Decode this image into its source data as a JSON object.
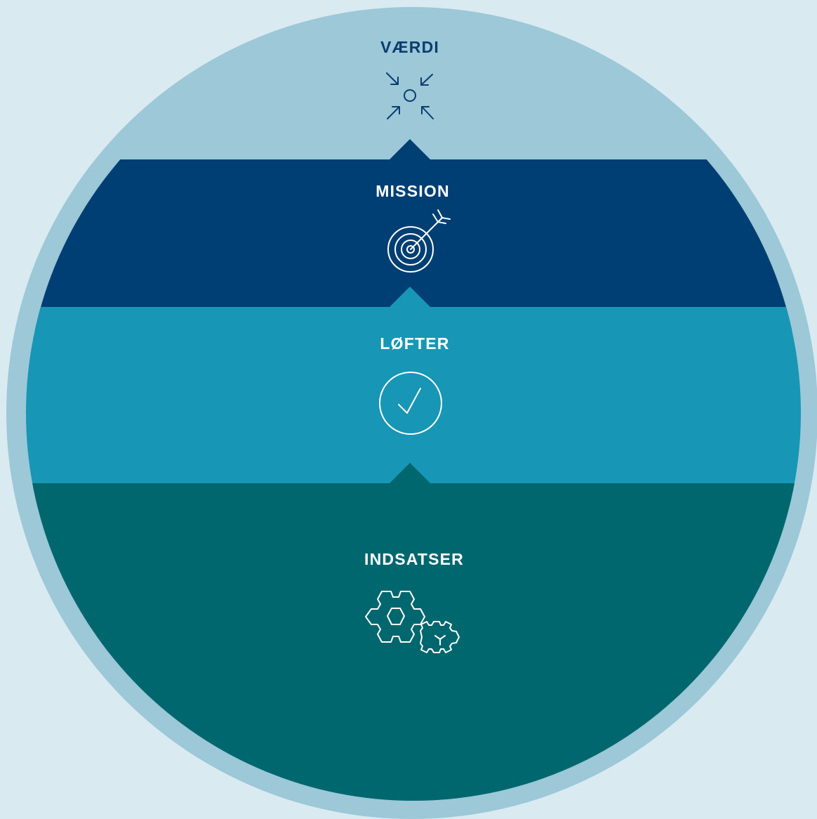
{
  "colors": {
    "page_background": "#d9eaf1",
    "outer_ring": "#9cc8d8",
    "vaerdi_band": "#9cc8d8",
    "mission_band": "#003f73",
    "lofter_band": "#1796b5",
    "indsatser_band": "#00676e",
    "vaerdi_label": "#0a3d6e",
    "light_label": "#ffffff"
  },
  "layers": [
    {
      "id": "vaerdi",
      "label": "VÆRDI",
      "icon": "converge-arrows-icon"
    },
    {
      "id": "mission",
      "label": "MISSION",
      "icon": "target-arrow-icon"
    },
    {
      "id": "lofter",
      "label": "LØFTER",
      "icon": "check-circle-icon"
    },
    {
      "id": "indsatser",
      "label": "INDSATSER",
      "icon": "gears-icon"
    }
  ]
}
